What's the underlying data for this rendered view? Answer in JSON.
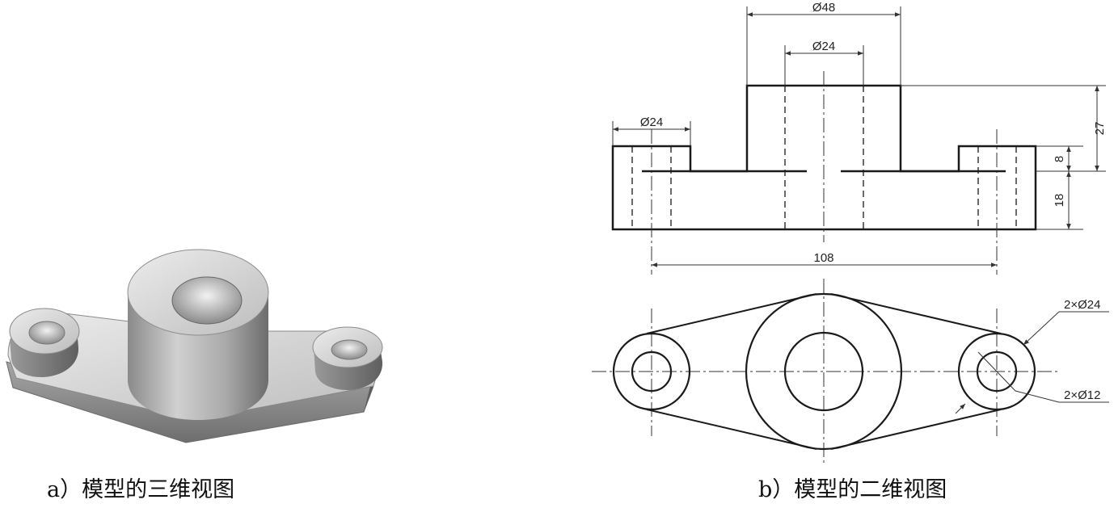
{
  "captions": {
    "model_3d": "a）模型的三维视图",
    "model_2d": "b）模型的二维视图"
  },
  "dimensions": {
    "boss_outer_diameter": "Ø48",
    "boss_inner_diameter": "Ø24",
    "ear_diameter": "Ø24",
    "total_height": "27",
    "ear_height": "8",
    "base_height": "18",
    "hole_spacing": "108",
    "ear_outer_callout": "2×Ø24",
    "ear_hole_callout": "2×Ø12"
  },
  "colors": {
    "line": "#1a1a1a",
    "dim_line": "#333333",
    "shade_light": "#d9d9d9",
    "shade_dark": "#7d7d7d"
  }
}
